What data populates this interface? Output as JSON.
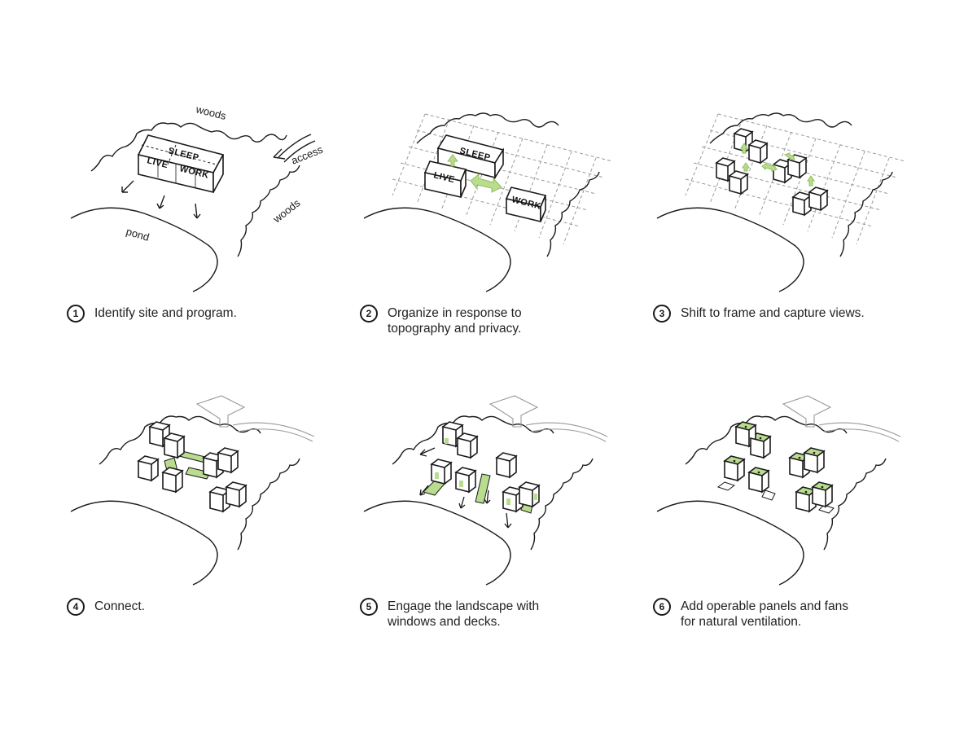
{
  "colors": {
    "ink": "#1a1a1a",
    "green": "#b9dc8f",
    "green_dark": "#8fbf5a",
    "grid": "#9a9a9a",
    "ghost": "#999999"
  },
  "site_labels": {
    "woods_top": "woods",
    "woods_right": "woods",
    "access": "access",
    "pond": "pond"
  },
  "program_labels": {
    "sleep": "SLEEP",
    "live": "LIVE",
    "work": "WORK"
  },
  "steps": [
    {
      "number": "1",
      "lines": [
        "Identify site and program."
      ]
    },
    {
      "number": "2",
      "lines": [
        "Organize in response to",
        "topography and privacy."
      ]
    },
    {
      "number": "3",
      "lines": [
        "Shift to frame and capture views."
      ]
    },
    {
      "number": "4",
      "lines": [
        "Connect."
      ]
    },
    {
      "number": "5",
      "lines": [
        "Engage the landscape with",
        "windows and decks."
      ]
    },
    {
      "number": "6",
      "lines": [
        "Add operable panels and fans",
        "for natural ventilation."
      ]
    }
  ]
}
